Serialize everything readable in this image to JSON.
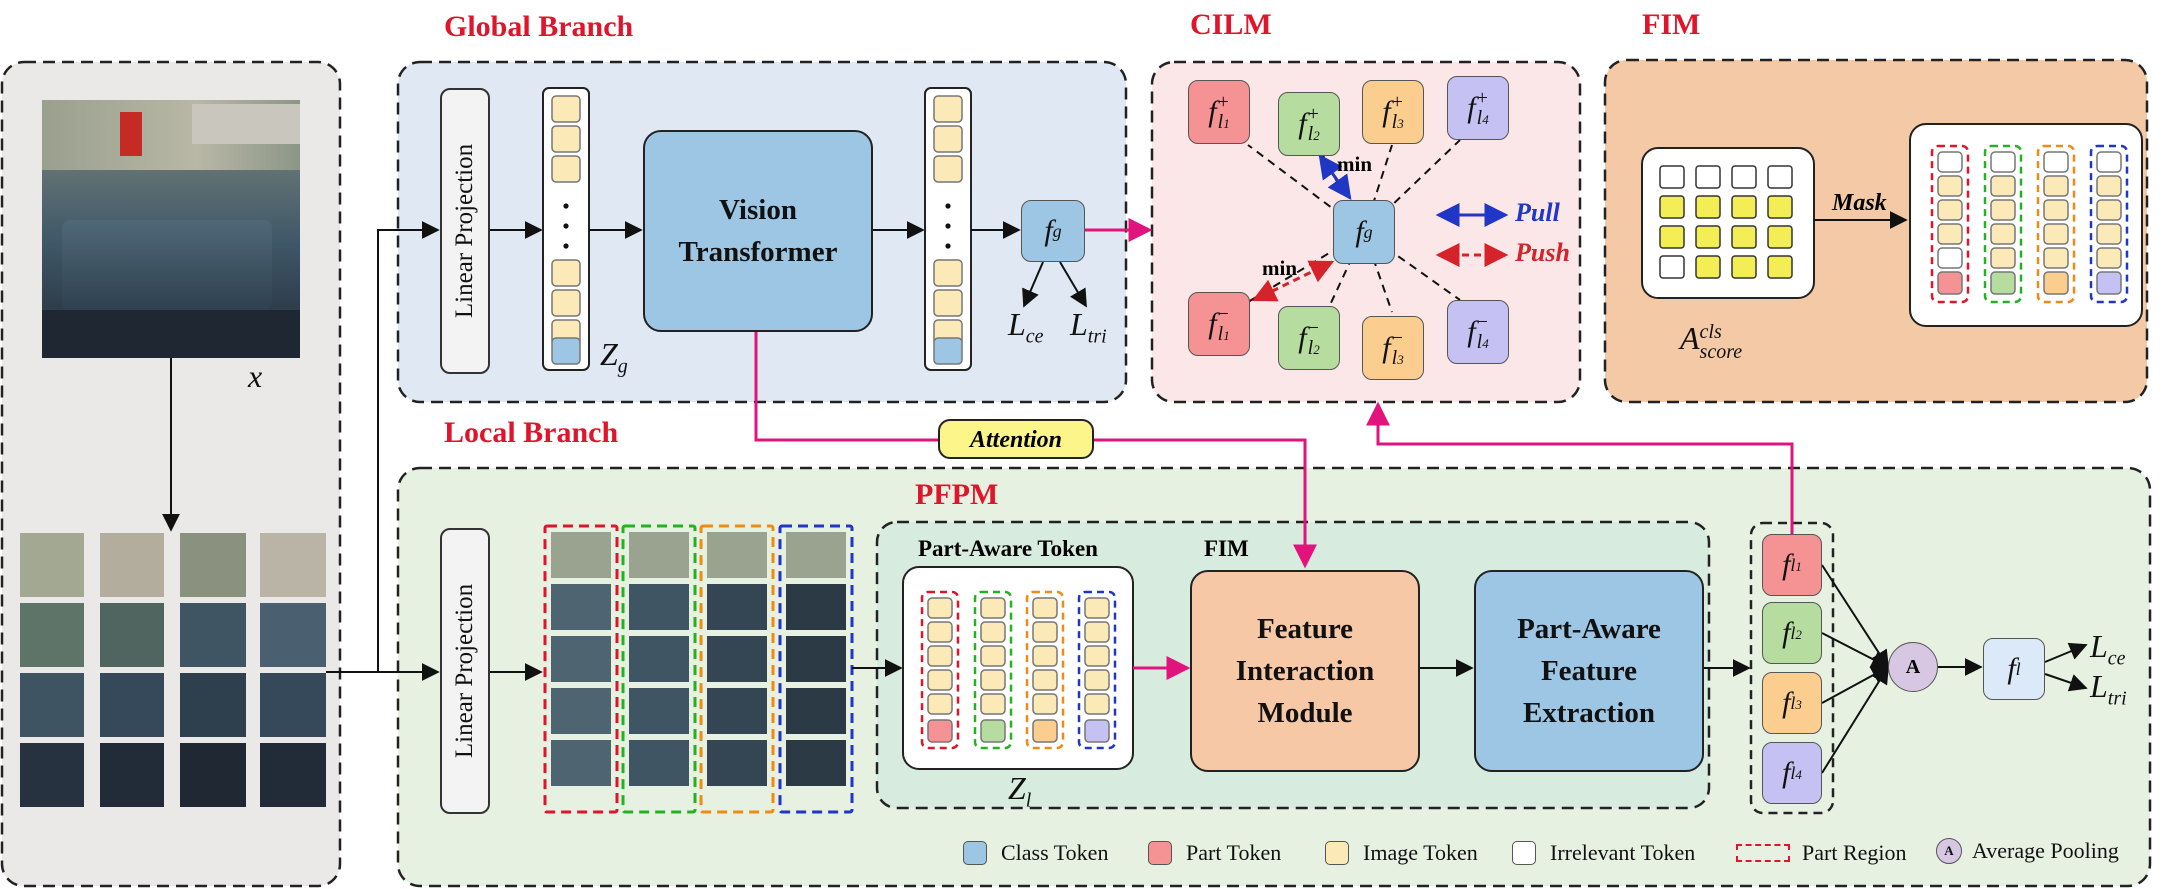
{
  "titles": {
    "global_branch": "Global Branch",
    "local_branch": "Local Branch",
    "cilm": "CILM",
    "fim": "FIM",
    "pfpm": "PFPM"
  },
  "modules": {
    "linear_projection": "Linear Projection",
    "vision_transformer": [
      "Vision",
      "Transformer"
    ],
    "feature_interaction": [
      "Feature",
      "Interaction",
      "Module"
    ],
    "part_aware_extraction": [
      "Part-Aware",
      "Feature",
      "Extraction"
    ],
    "attention": "Attention",
    "part_aware_token": "Part-Aware Token",
    "fim_inner": "FIM",
    "mask": "Mask"
  },
  "math": {
    "x": "x",
    "zg": {
      "base": "Z",
      "sub": "g"
    },
    "zl": {
      "base": "Z",
      "sub": "l"
    },
    "fg": {
      "base": "f",
      "sub": "g"
    },
    "fl": {
      "base": "f",
      "sub": "l"
    },
    "lce": {
      "base": "L",
      "sub": "ce"
    },
    "ltri": {
      "base": "L",
      "sub": "tri"
    },
    "ascore": {
      "base": "A",
      "sub": "score",
      "sup": "cls"
    },
    "min": "min",
    "pull": "Pull",
    "push": "Push"
  },
  "local_features": [
    {
      "base": "f",
      "sub": "l",
      "subsub": "1"
    },
    {
      "base": "f",
      "sub": "l",
      "subsub": "2"
    },
    {
      "base": "f",
      "sub": "l",
      "subsub": "3"
    },
    {
      "base": "f",
      "sub": "l",
      "subsub": "4"
    }
  ],
  "legend": {
    "class_token": "Class Token",
    "part_token": "Part Token",
    "image_token": "Image Token",
    "irrelevant_token": "Irrelevant Token",
    "part_region": "Part Region",
    "average_pooling": "Average Pooling",
    "pool_symbol": "A"
  },
  "colors": {
    "title_red": "#e0142a",
    "global_bg": "#dfe8f3",
    "local_bg": "#e7f1e2",
    "cilm_bg": "#fbe7e8",
    "fim_bg": "#f4c9a6",
    "pfpm_inner_bg": "#d7ebdf",
    "class_token": "#9cc6e4",
    "part_token": "#f59394",
    "image_token": "#fbe9b8",
    "feat_green": "#b6dca0",
    "feat_orange": "#fbcd8e",
    "feat_purple": "#c6c1f3",
    "magenta_arrow": "#e0147c",
    "pull_blue": "#2036c4",
    "push_red": "#d5232b"
  }
}
